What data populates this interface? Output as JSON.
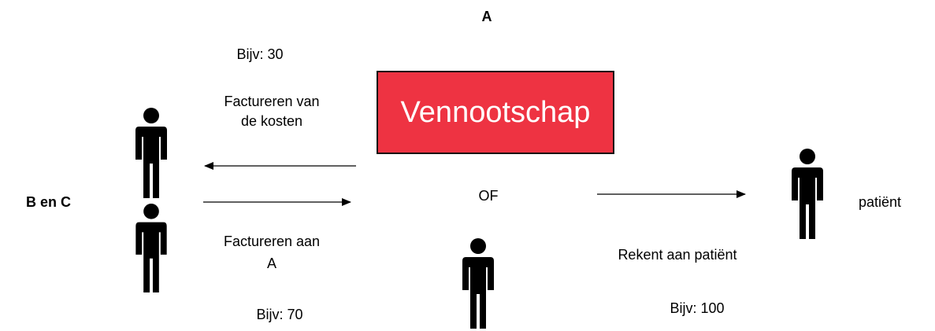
{
  "labels": {
    "top_letter": "A",
    "left_group": "B en C",
    "company": "Vennootschap",
    "or": "OF",
    "patient": "patiënt",
    "example_30": "Bijv: 30",
    "billing_costs_line1": "Factureren van",
    "billing_costs_line2": "de kosten",
    "billing_to_a_line1": "Factureren aan",
    "billing_to_a_line2": "A",
    "example_70": "Bijv: 70",
    "charges_patient": "Rekent aan patiënt",
    "example_100": "Bijv: 100"
  },
  "colors": {
    "company_box": "#ee3342",
    "company_text": "#ffffff",
    "person_icon": "#000000"
  },
  "icons": [
    "person-icon",
    "person-icon",
    "person-icon",
    "person-icon"
  ]
}
